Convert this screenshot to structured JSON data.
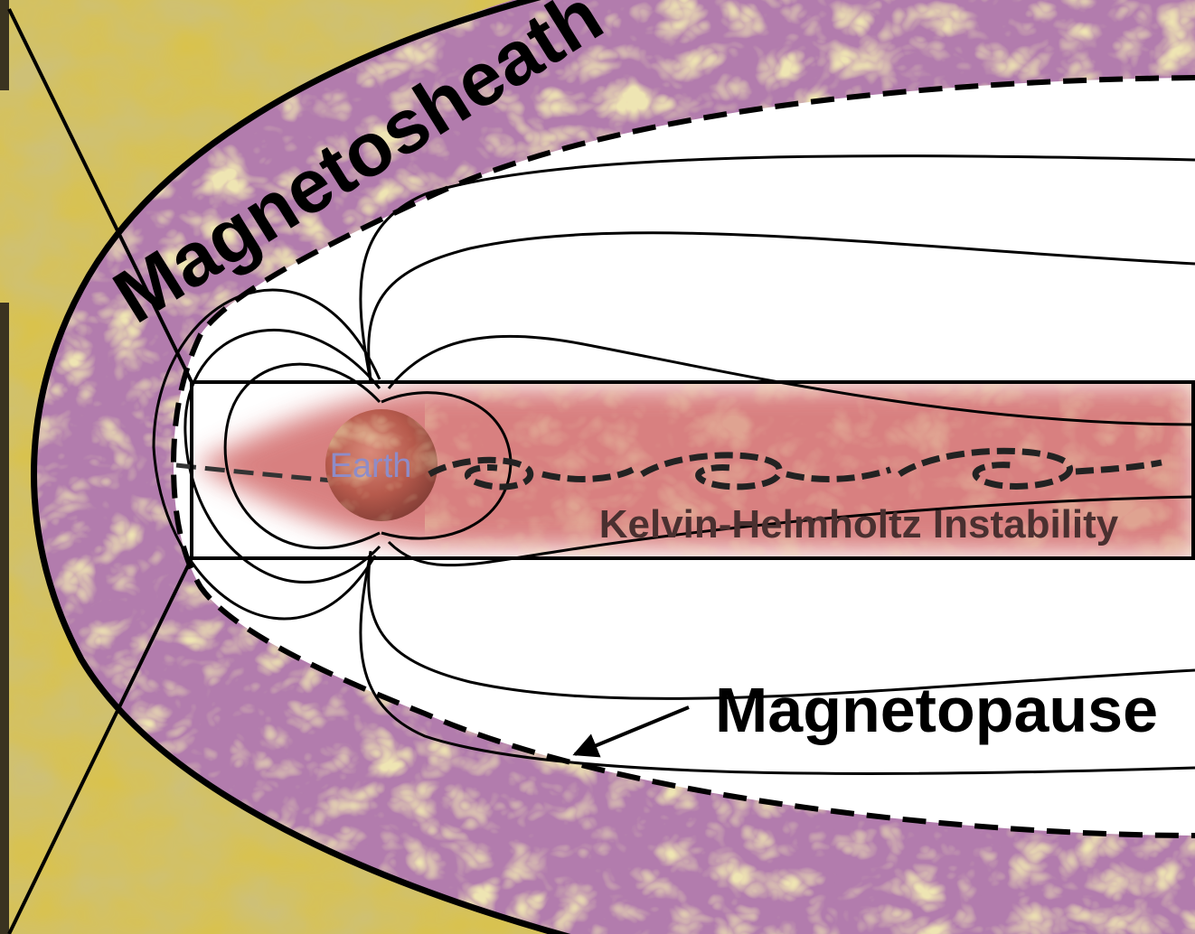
{
  "labels": {
    "magnetosheath": "Magnetosheath",
    "magnetopause": "Magnetopause",
    "kelvin_helmholtz": "Kelvin-Helmholtz Instability",
    "earth": "Earth"
  },
  "colors": {
    "solar_wind": "#d7c04a",
    "magnetosheath": "#b47fb0",
    "magnetosphere": "#ffffff",
    "plasma_sheet": "#d06262",
    "earth": "#b85a4e",
    "lines": "#000000"
  },
  "icons": {
    "earth": "planet-earth-icon",
    "arrow": "pointer-arrow-icon"
  }
}
